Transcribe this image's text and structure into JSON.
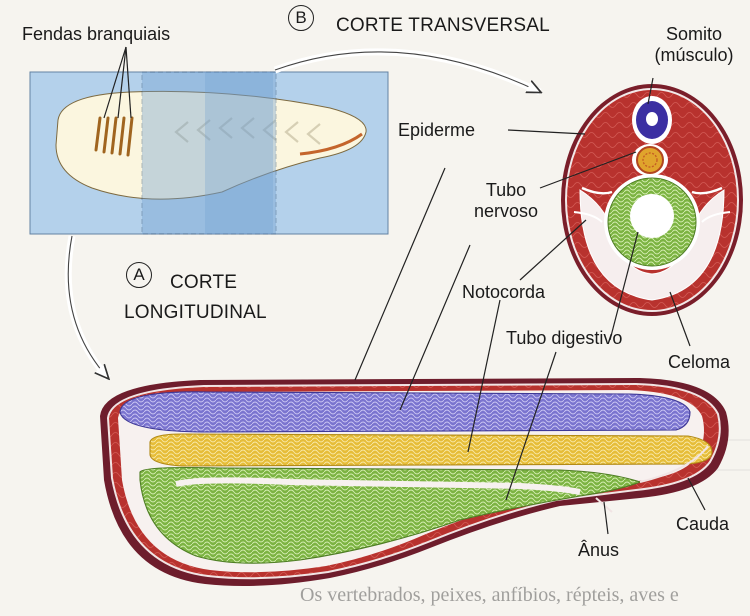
{
  "labels": {
    "fendas": "Fendas branquiais",
    "b_letter": "B",
    "b_title": "CORTE TRANSVERSAL",
    "somito_1": "Somito",
    "somito_2": "(músculo)",
    "epiderme": "Epiderme",
    "tubo_nervoso_1": "Tubo",
    "tubo_nervoso_2": "nervoso",
    "a_letter": "A",
    "a_title_1": "CORTE",
    "a_title_2": "LONGITUDINAL",
    "notocorda": "Notocorda",
    "tubo_digestivo": "Tubo digestivo",
    "celoma": "Celoma",
    "cauda": "Cauda",
    "anus": "Ânus"
  },
  "background_text": {
    "line1": "Os vertebrados, peixes, anfíbios, répteis, aves e"
  },
  "colors": {
    "epidermis_red": "#b8322e",
    "nerve_purple": "#6a66c8",
    "notochord_yellow": "#e8c23a",
    "gut_green": "#7cb342",
    "section_blue": "#9fc3e6"
  }
}
